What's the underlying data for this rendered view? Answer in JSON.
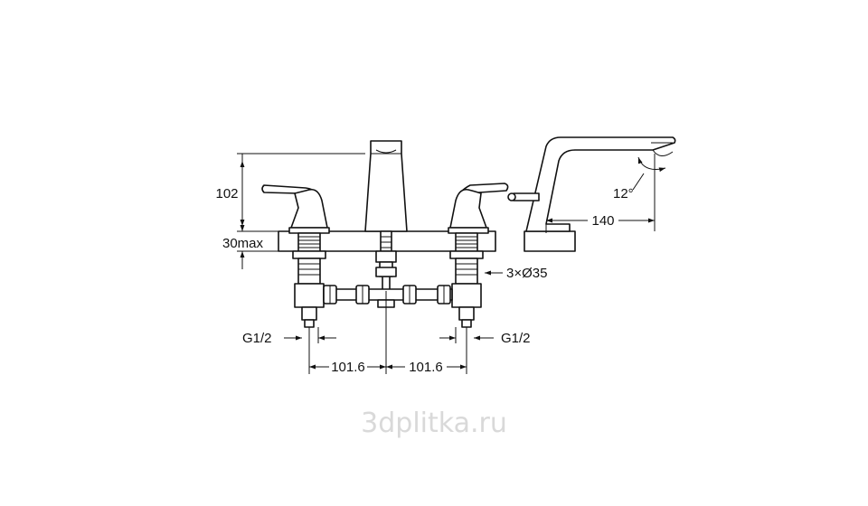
{
  "dimensions": {
    "height": "102",
    "deck_thickness": "30max",
    "hole_diameter": "3×Ø35",
    "thread_left": "G1/2",
    "thread_right": "G1/2",
    "spacing_left": "101.6",
    "spacing_right": "101.6",
    "spout_reach": "140",
    "spout_angle": "12°"
  },
  "watermark": "3dplitka.ru",
  "colors": {
    "line": "#111111",
    "deck": "#dcdcdc",
    "watermark": "#d9d9d9"
  }
}
